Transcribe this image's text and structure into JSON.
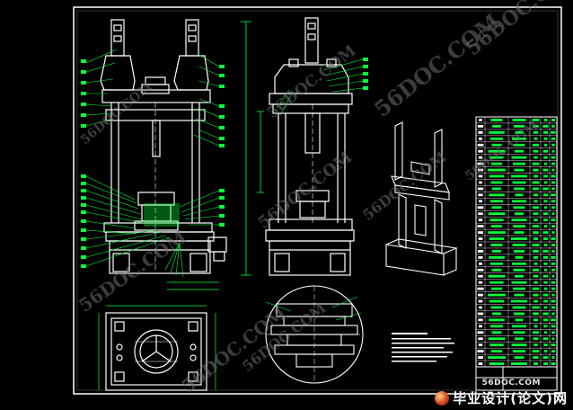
{
  "watermark": {
    "text": "56DOC.COM"
  },
  "footer": {
    "site_url": "56DOC.COM",
    "site_name": "毕业设计(论文)网",
    "logo_icon": "globe-logo-icon"
  },
  "colors": {
    "background": "#000000",
    "linework": "#ffffff",
    "annotation": "#00ff3c",
    "frame": "#ffffff"
  }
}
